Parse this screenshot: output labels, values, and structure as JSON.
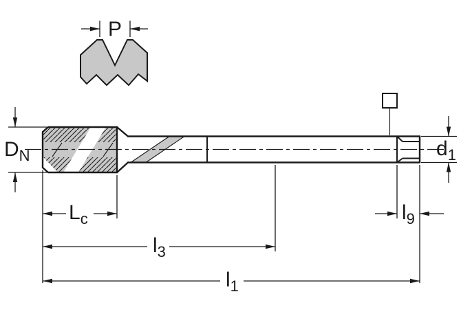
{
  "colors": {
    "ink": "#1a1a1a",
    "part_fill": "#c8c8c8",
    "background": "#ffffff"
  },
  "labels": {
    "p": {
      "base": "P",
      "sub": ""
    },
    "dn": {
      "base": "D",
      "sub": "N"
    },
    "lc": {
      "base": "L",
      "sub": "c"
    },
    "l3": {
      "base": "l",
      "sub": "3"
    },
    "l1": {
      "base": "l",
      "sub": "1"
    },
    "l9": {
      "base": "l",
      "sub": "9"
    },
    "d1": {
      "base": "d",
      "sub": "1"
    }
  }
}
